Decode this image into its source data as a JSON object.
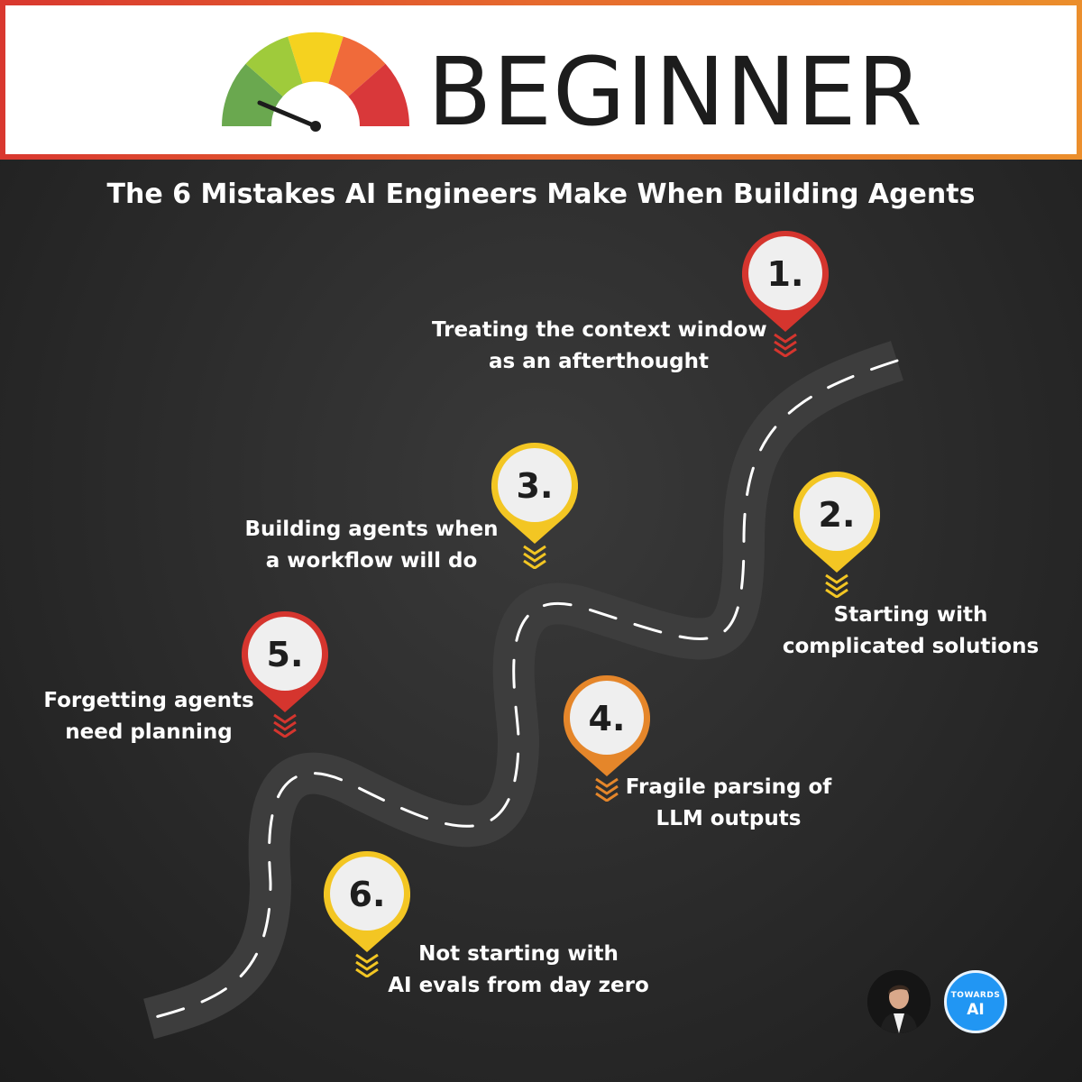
{
  "header": {
    "level": "BEGINNER",
    "gauge_colors": [
      "#6aa84f",
      "#9fcb3b",
      "#f5d21f",
      "#f06a3a",
      "#d9383a"
    ]
  },
  "subtitle": "The 6 Mistakes AI Engineers Make When Building Agents",
  "colors": {
    "road": "#3d3d3d",
    "red": "#d5352e",
    "yellow": "#f3c623",
    "orange": "#e5862a"
  },
  "steps": [
    {
      "number": "1.",
      "color": "red",
      "lines": [
        "Treating the context window",
        "as an afterthought"
      ]
    },
    {
      "number": "2.",
      "color": "yellow",
      "lines": [
        "Starting with",
        "complicated solutions"
      ]
    },
    {
      "number": "3.",
      "color": "yellow",
      "lines": [
        "Building agents when",
        "a workflow will do"
      ]
    },
    {
      "number": "4.",
      "color": "orange",
      "lines": [
        "Fragile parsing of",
        "LLM outputs"
      ]
    },
    {
      "number": "5.",
      "color": "red",
      "lines": [
        "Forgetting agents",
        "need planning"
      ]
    },
    {
      "number": "6.",
      "color": "yellow",
      "lines": [
        "Not starting with",
        "AI evals from day zero"
      ]
    }
  ],
  "brand": {
    "logo_line1": "TOWARDS",
    "logo_line2": "AI"
  }
}
